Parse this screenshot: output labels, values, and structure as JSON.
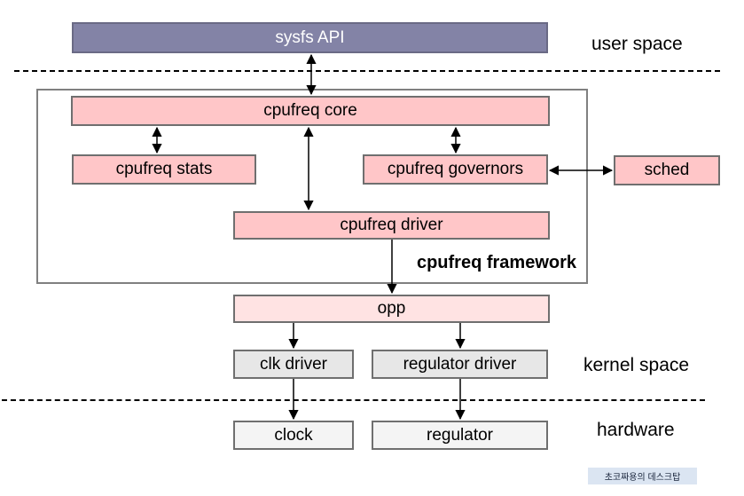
{
  "diagram": {
    "boxes": {
      "sysfs_api": "sysfs API",
      "cpufreq_core": "cpufreq core",
      "cpufreq_stats": "cpufreq stats",
      "cpufreq_governors": "cpufreq governors",
      "sched": "sched",
      "cpufreq_driver": "cpufreq driver",
      "opp": "opp",
      "clk_driver": "clk driver",
      "regulator_driver": "regulator driver",
      "clock": "clock",
      "regulator": "regulator"
    },
    "frame_label": "cpufreq framework",
    "zones": {
      "user_space": "user space",
      "kernel_space": "kernel space",
      "hardware": "hardware"
    },
    "watermark": "초코짜용의 데스크탑",
    "colors": {
      "purple_box": "#8383a6",
      "pink_box": "#ffc6c8",
      "light_pink_box": "#ffe3e3",
      "gray_box": "#e7e7e7",
      "light_gray_box": "#f4f4f4",
      "box_border": "#6f6f6f",
      "frame_border": "#808080",
      "watermark_bg": "#dbe5f2",
      "text": "#000000"
    }
  }
}
